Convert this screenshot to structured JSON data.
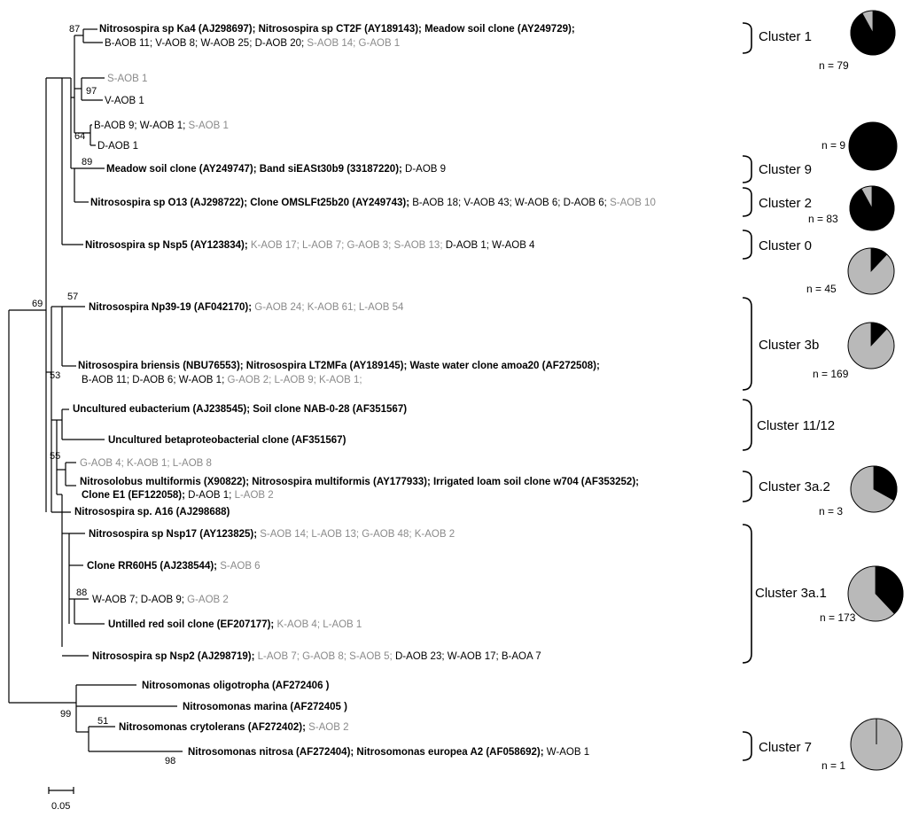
{
  "leaves": [
    {
      "id": "ka4",
      "segs": [
        {
          "t": "Nitrosospira sp Ka4 (AJ298697); Nitrosospira sp CT2F (AY189143); Meadow soil clone (AY249729);",
          "s": "b"
        }
      ]
    },
    {
      "id": "ka4b",
      "segs": [
        {
          "t": "B-AOB 11; V-AOB 8; W-AOB 25; D-AOB 20; ",
          "s": "n"
        },
        {
          "t": "S-AOB 14; G-AOB 1",
          "s": "g"
        }
      ]
    },
    {
      "id": "saob1a",
      "segs": [
        {
          "t": "S-AOB 1",
          "s": "g"
        }
      ]
    },
    {
      "id": "vaob1",
      "segs": [
        {
          "t": "V-AOB 1",
          "s": "n"
        }
      ]
    },
    {
      "id": "baob9",
      "segs": [
        {
          "t": "B-AOB 9; W-AOB 1; ",
          "s": "n"
        },
        {
          "t": "S-AOB 1",
          "s": "g"
        }
      ]
    },
    {
      "id": "daob1a",
      "segs": [
        {
          "t": "D-AOB 1",
          "s": "n"
        }
      ]
    },
    {
      "id": "meadow",
      "segs": [
        {
          "t": "Meadow soil clone (AY249747); Band siEASt30b9 (33187220); ",
          "s": "b"
        },
        {
          "t": "D-AOB 9",
          "s": "n"
        }
      ]
    },
    {
      "id": "o13",
      "segs": [
        {
          "t": "Nitrosospira sp O13 (AJ298722); Clone OMSLFt25b20 (AY249743); ",
          "s": "b"
        },
        {
          "t": "B-AOB 18; V-AOB 43; W-AOB 6; D-AOB 6; ",
          "s": "n"
        },
        {
          "t": "S-AOB 10",
          "s": "g"
        }
      ]
    },
    {
      "id": "nsp5",
      "segs": [
        {
          "t": "Nitrosospira sp Nsp5 (AY123834); ",
          "s": "b"
        },
        {
          "t": "K-AOB 17; L-AOB 7; G-AOB 3; S-AOB 13; ",
          "s": "g"
        },
        {
          "t": "D-AOB 1; W-AOB 4",
          "s": "n"
        }
      ]
    },
    {
      "id": "np39",
      "segs": [
        {
          "t": "Nitrosospira Np39-19 (AF042170); ",
          "s": "b"
        },
        {
          "t": "G-AOB 24; K-AOB 61; L-AOB 54",
          "s": "g"
        }
      ]
    },
    {
      "id": "briensis",
      "segs": [
        {
          "t": "Nitrosospira briensis (NBU76553); Nitrosospira LT2MFa (AY189145); Waste water clone amoa20 (AF272508);",
          "s": "b"
        }
      ]
    },
    {
      "id": "briensisb",
      "segs": [
        {
          "t": "B-AOB 11; D-AOB 6; W-AOB 1; ",
          "s": "n"
        },
        {
          "t": "G-AOB 2; L-AOB 9; K-AOB 1;",
          "s": "g"
        }
      ]
    },
    {
      "id": "euba",
      "segs": [
        {
          "t": "Uncultured eubacterium (AJ238545); Soil clone NAB-0-28 (AF351567)",
          "s": "b"
        }
      ]
    },
    {
      "id": "betap",
      "segs": [
        {
          "t": "Uncultured betaproteobacterial clone (AF351567)",
          "s": "b"
        }
      ]
    },
    {
      "id": "gaob4",
      "segs": [
        {
          "t": "G-AOB 4; K-AOB 1; L-AOB 8",
          "s": "g"
        }
      ]
    },
    {
      "id": "multif",
      "segs": [
        {
          "t": "Nitrosolobus multiformis (X90822); Nitrosospira multiformis (AY177933); Irrigated loam soil clone w704 (AF353252);",
          "s": "b"
        }
      ]
    },
    {
      "id": "multifb",
      "segs": [
        {
          "t": "Clone E1 (EF122058);  ",
          "s": "b"
        },
        {
          "t": "D-AOB 1; ",
          "s": "n"
        },
        {
          "t": "L-AOB 2",
          "s": "g"
        }
      ]
    },
    {
      "id": "a16",
      "segs": [
        {
          "t": "Nitrosospira sp. A16 (AJ298688)",
          "s": "b"
        }
      ]
    },
    {
      "id": "nsp17",
      "segs": [
        {
          "t": "Nitrosospira sp Nsp17 (AY123825); ",
          "s": "b"
        },
        {
          "t": "S-AOB 14; L-AOB 13; G-AOB 48; K-AOB 2",
          "s": "g"
        }
      ]
    },
    {
      "id": "rr60",
      "segs": [
        {
          "t": "Clone RR60H5 (AJ238544); ",
          "s": "b"
        },
        {
          "t": "S-AOB 6",
          "s": "g"
        }
      ]
    },
    {
      "id": "waob7",
      "segs": [
        {
          "t": "W-AOB 7; D-AOB 9; ",
          "s": "n"
        },
        {
          "t": "G-AOB 2",
          "s": "g"
        }
      ]
    },
    {
      "id": "untilled",
      "segs": [
        {
          "t": "Untilled red soil clone (EF207177); ",
          "s": "b"
        },
        {
          "t": "K-AOB 4; L-AOB 1",
          "s": "g"
        }
      ]
    },
    {
      "id": "nsp2",
      "segs": [
        {
          "t": "Nitrosospira sp Nsp2 (AJ298719); ",
          "s": "b"
        },
        {
          "t": "L-AOB 7; G-AOB 8; S-AOB 5; ",
          "s": "g"
        },
        {
          "t": "D-AOB 23; W-AOB 17; B-AOA 7",
          "s": "n"
        }
      ]
    },
    {
      "id": "oligo",
      "segs": [
        {
          "t": "Nitrosomonas oligotropha (AF272406 )",
          "s": "b"
        }
      ]
    },
    {
      "id": "marina",
      "segs": [
        {
          "t": "Nitrosomonas marina (AF272405 )",
          "s": "b"
        }
      ]
    },
    {
      "id": "cryto",
      "segs": [
        {
          "t": "Nitrosomonas crytolerans (AF272402); ",
          "s": "b"
        },
        {
          "t": "S-AOB 2",
          "s": "g"
        }
      ]
    },
    {
      "id": "nitrosa",
      "segs": [
        {
          "t": "Nitrosomonas nitrosa (AF272404); Nitrosomonas europea A2 (AF058692); ",
          "s": "b"
        },
        {
          "t": "W-AOB 1",
          "s": "n"
        }
      ]
    }
  ],
  "bootstraps": [
    "87",
    "97",
    "64",
    "89",
    "69",
    "57",
    "53",
    "55",
    "88",
    "99",
    "51",
    "98"
  ],
  "clusters": [
    {
      "label": "Cluster 1",
      "n": "n = 79",
      "black_fraction": 0.92
    },
    {
      "label": "",
      "n": "n = 9",
      "black_fraction": 1.0
    },
    {
      "label": "Cluster 9",
      "n": "",
      "black_fraction": null
    },
    {
      "label": "Cluster 2",
      "n": "n = 83",
      "black_fraction": 0.92
    },
    {
      "label": "Cluster 0",
      "n": "",
      "black_fraction": null
    },
    {
      "label": "",
      "n": "n = 45",
      "black_fraction": 0.12
    },
    {
      "label": "Cluster 3b",
      "n": "n = 169",
      "black_fraction": 0.12
    },
    {
      "label": "Cluster 11/12",
      "n": "",
      "black_fraction": null
    },
    {
      "label": "Cluster 3a.2",
      "n": "n = 3",
      "black_fraction": 0.33
    },
    {
      "label": "Cluster 3a.1",
      "n": "n = 173",
      "black_fraction": 0.38
    },
    {
      "label": "Cluster 7",
      "n": "n = 1",
      "black_fraction": 0.0
    }
  ],
  "scale_bar": {
    "label": "0.05"
  },
  "colors": {
    "black": "#000000",
    "grey": "#b9b9b9",
    "grey_text": "#8a8a8a"
  }
}
